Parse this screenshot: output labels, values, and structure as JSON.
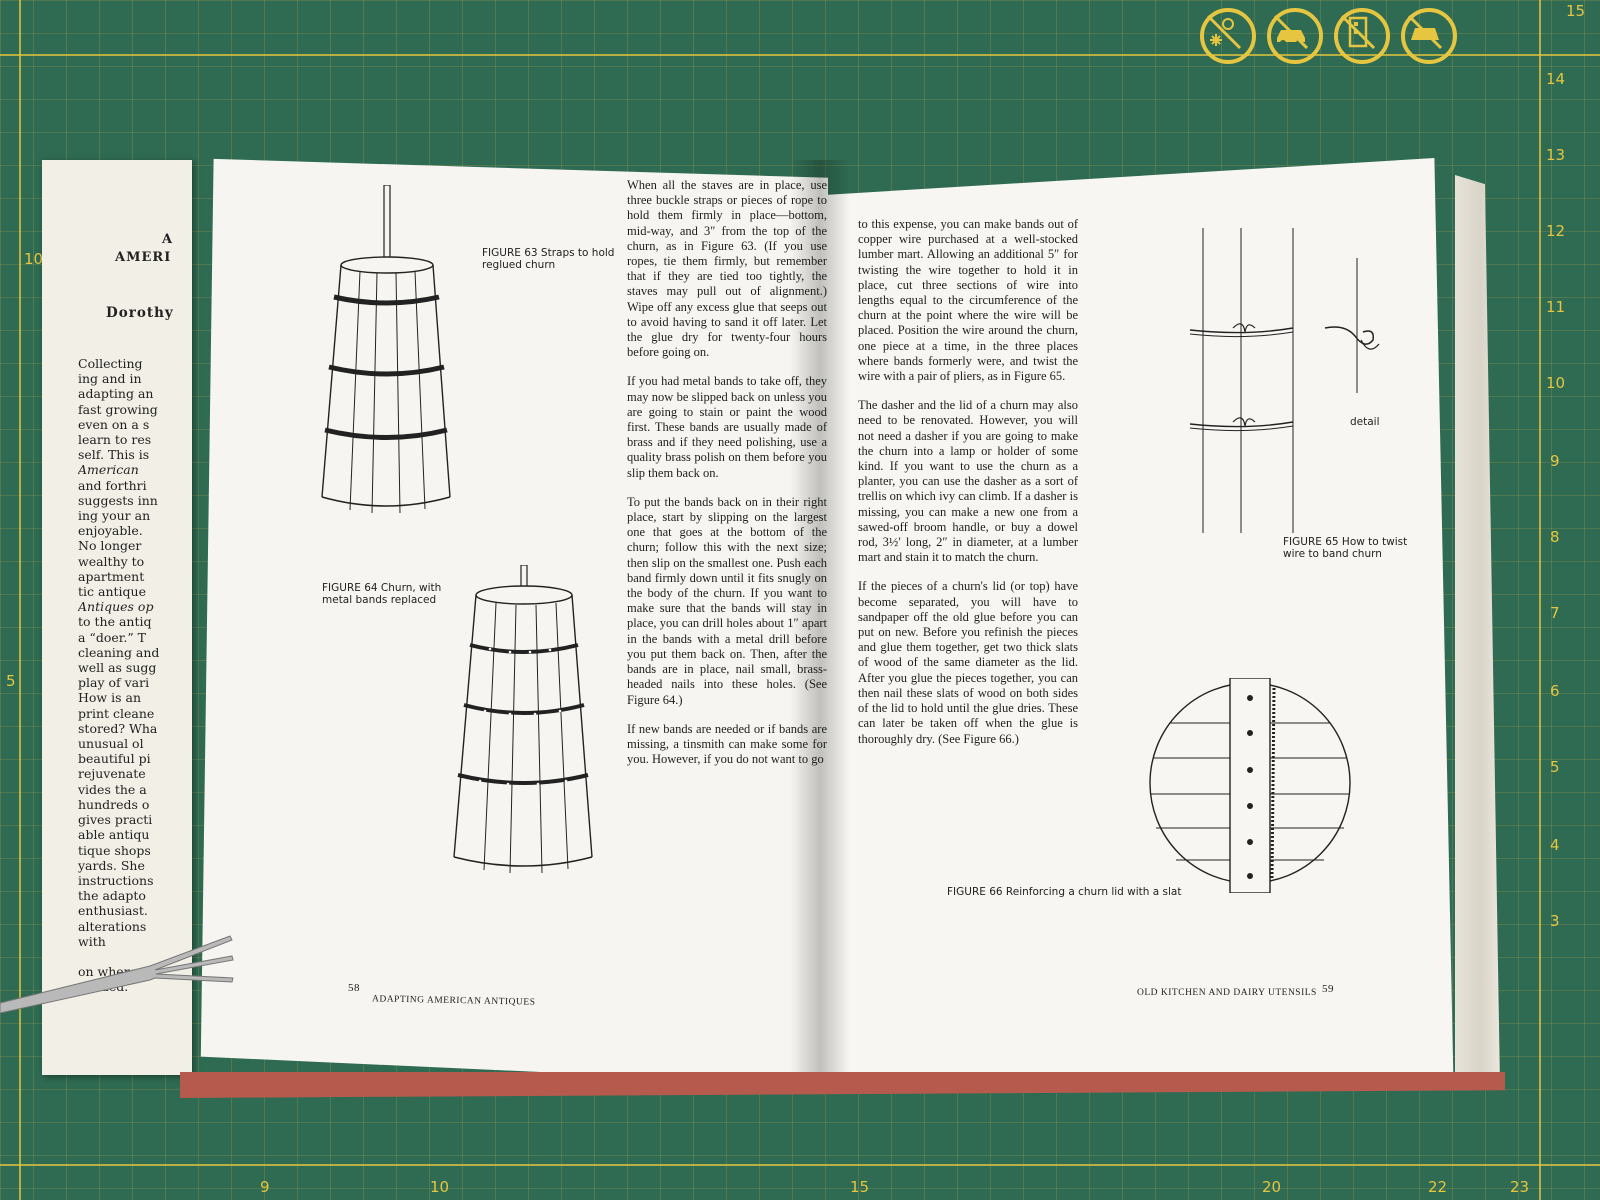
{
  "mat": {
    "ruler_top": [
      "15",
      "14",
      "13",
      "12",
      "11",
      "10",
      "9",
      "8",
      "7",
      "6",
      "5",
      "4",
      "3"
    ],
    "ruler_bottom": [
      "9",
      "10",
      "15",
      "20",
      "22",
      "23"
    ],
    "ruler_left": [
      "10",
      "5"
    ],
    "badges": [
      "no-sun-snow-icon",
      "no-car-icon",
      "no-building-icon",
      "no-iron-icon"
    ]
  },
  "flap": {
    "title_1": "A",
    "title_2": "AMERI",
    "author": "Dorothy",
    "lines": [
      "Collecting",
      "ing and in",
      "adapting an",
      "fast growing",
      "even on a s",
      "learn to res",
      "self. This is",
      "American",
      "and forthri",
      "suggests inn",
      "ing your an",
      "enjoyable.",
      "No longer",
      "wealthy to",
      "apartment",
      "tic antique",
      "Antiques op",
      "to the antiq",
      "a “doer.” T",
      "cleaning and",
      "well as sugg",
      "play of vari",
      "How is an",
      "print cleane",
      "stored? Wha",
      "unusual ol",
      "beautiful pi",
      "rejuvenate",
      "vides the a",
      "hundreds o",
      "gives practi",
      "able antiqu",
      "tique shops",
      "yards. She",
      "instructions",
      "the adapto",
      "enthusiast.",
      "alterations",
      "with",
      "",
      "on where to",
      "needed."
    ]
  },
  "left_page": {
    "figure63_caption": "FIGURE 63 Straps to hold reglued churn",
    "figure64_caption": "FIGURE 64 Churn, with metal bands replaced",
    "para1": "When all the staves are in place, use three buckle straps or pieces of rope to hold them firmly in place—bottom, mid-way, and 3″ from the top of the churn, as in Figure 63. (If you use ropes, tie them firmly, but remember that if they are tied too tightly, the staves may pull out of alignment.) Wipe off any excess glue that seeps out to avoid having to sand it off later. Let the glue dry for twenty-four hours before going on.",
    "para2": "If you had metal bands to take off, they may now be slipped back on unless you are going to stain or paint the wood first. These bands are usually made of brass and if they need polishing, use a quality brass polish on them before you slip them back on.",
    "para3": "To put the bands back on in their right place, start by slipping on the largest one that goes at the bottom of the churn; follow this with the next size; then slip on the smallest one. Push each band firmly down until it fits snugly on the body of the churn. If you want to make sure that the bands will stay in place, you can drill holes about 1″ apart in the bands with a metal drill before you put them back on. Then, after the bands are in place, nail small, brass-headed nails into these holes. (See Figure 64.)",
    "para4": "If new bands are needed or if bands are missing, a tinsmith can make some for you. However, if you do not want to go",
    "folio_num": "58",
    "folio_title": "ADAPTING AMERICAN ANTIQUES"
  },
  "right_page": {
    "para1": "to this expense, you can make bands out of copper wire purchased at a well-stocked lumber mart. Allowing an additional 5″ for twisting the wire together to hold it in place, cut three sections of wire into lengths equal to the circumference of the churn at the point where the wire will be placed. Position the wire around the churn, one piece at a time, in the three places where bands formerly were, and twist the wire with a pair of pliers, as in Figure 65.",
    "para2": "The dasher and the lid of a churn may also need to be renovated. However, you will not need a dasher if you are going to make the churn into a lamp or holder of some kind. If you want to use the churn as a planter, you can use the dasher as a sort of trellis on which ivy can climb. If a dasher is missing, you can make a new one from a sawed-off broom handle, or buy a dowel rod, 3½′ long, 2″ in diameter, at a lumber mart and stain it to match the churn.",
    "para3": "If the pieces of a churn's lid (or top) have become separated, you will have to sandpaper off the old glue before you can put on new. Before you refinish the pieces and glue them together, get two thick slats of wood of the same diameter as the lid. After you glue the pieces together, you can then nail these slats of wood on both sides of the lid to hold until the glue dries. These can later be taken off when the glue is thoroughly dry. (See Figure 66.)",
    "figure65_detail": "detail",
    "figure65_caption": "FIGURE 65 How to twist wire to band churn",
    "figure66_caption": "FIGURE 66 Reinforcing a churn lid with a slat",
    "folio_title": "OLD KITCHEN AND DAIRY UTENSILS",
    "folio_num": "59"
  }
}
